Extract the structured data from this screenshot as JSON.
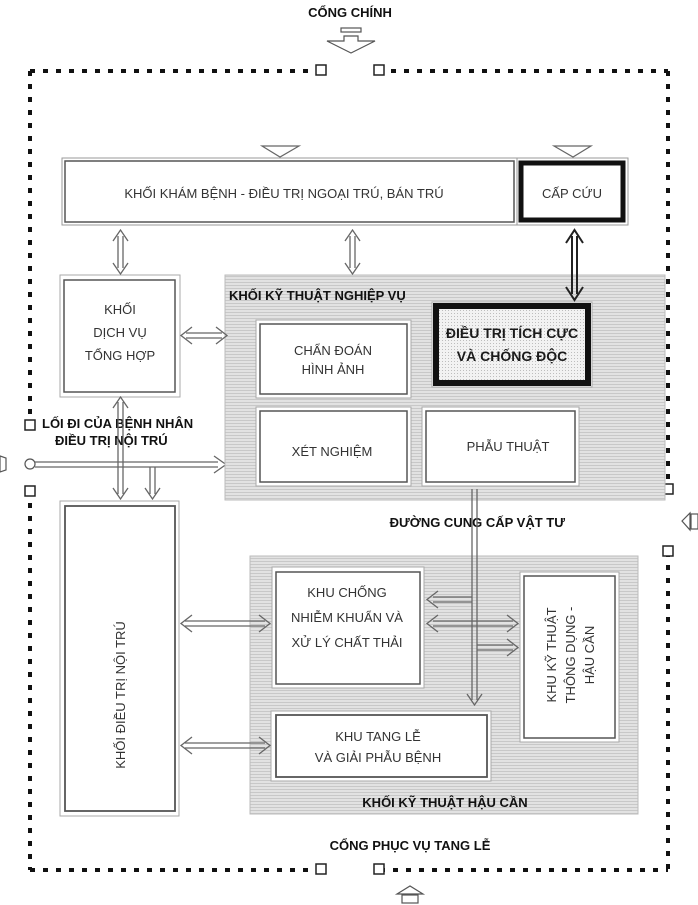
{
  "gates": {
    "main_gate": "CỔNG CHÍNH",
    "funeral_gate": "CỔNG PHỤC VỤ TANG LỄ",
    "supply_road": "ĐƯỜNG CUNG CẤP VẬT TƯ",
    "inpatient_path_line1": "LỐI ĐI CỦA BỆNH NHÂN",
    "inpatient_path_line2": "ĐIỀU TRỊ NỘI TRÚ"
  },
  "blocks": {
    "outpatient": "KHỐI KHÁM BỆNH - ĐIỀU TRỊ NGOẠI TRÚ, BÁN TRÚ",
    "emergency": "CẤP CỨU",
    "general_services": [
      "KHỐI",
      "DỊCH VỤ",
      "TỔNG HỢP"
    ],
    "technical_group_title": "KHỐI KỸ THUẬT NGHIỆP VỤ",
    "diagnostic_imaging": [
      "CHẨN ĐOÁN",
      "HÌNH ẢNH"
    ],
    "icu": [
      "ĐIỀU TRỊ TÍCH CỰC",
      "VÀ CHỐNG ĐỘC"
    ],
    "laboratory": "XÉT NGHIỆM",
    "surgery": "PHẪU THUẬT",
    "inpatient": "KHỐI ĐIỀU TRỊ NỘI TRÚ",
    "infection_control": [
      "KHU CHỐNG",
      "NHIỄM KHUẨN VÀ",
      "XỬ LÝ CHẤT THẢI"
    ],
    "utilities": [
      "KHU KỸ THUẬT",
      "THÔNG DỤNG -",
      "HẬU CẦN"
    ],
    "morgue": [
      "KHU TANG LỄ",
      "VÀ GIẢI PHẪU BỆNH"
    ],
    "logistics_group_title": "KHỐI KỸ THUẬT HẬU CẦN"
  },
  "colors": {
    "group_fill": "#dcdcdc",
    "box_border": "#555555",
    "emphasis_border": "#111111",
    "boundary": "#111111"
  }
}
